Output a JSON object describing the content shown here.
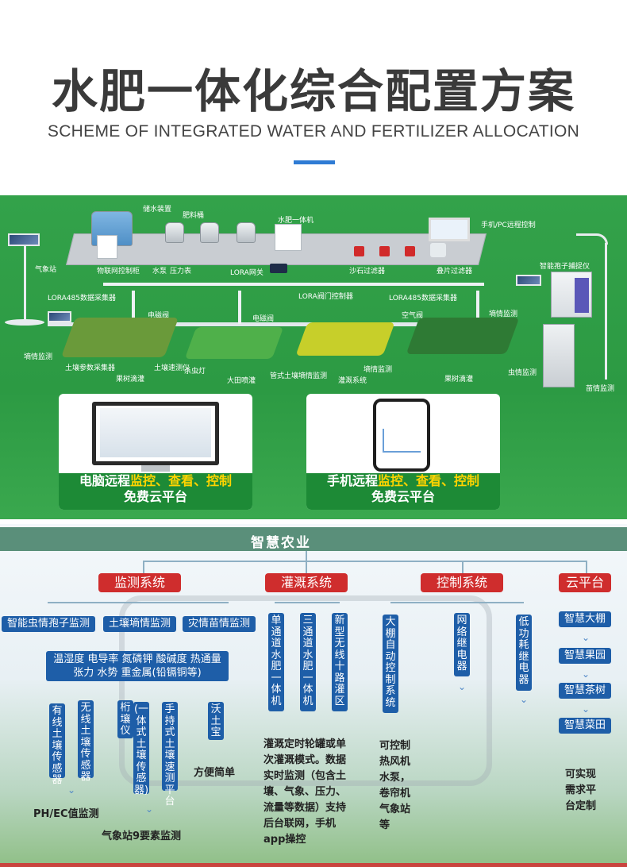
{
  "header": {
    "title": "水肥一体化综合配置方案",
    "subtitle": "SCHEME OF INTEGRATED WATER AND FERTILIZER ALLOCATION"
  },
  "schematic": {
    "labels": {
      "storage_tank": "储水装置",
      "fertilizer_bucket": "肥料桶",
      "integrated_machine": "水肥一体机",
      "remote_control": "手机/PC远程控制",
      "weather_station": "气象站",
      "iot_cabinet": "物联网控制柜",
      "pump": "水泵",
      "pressure_gauge": "压力表",
      "lora_gateway": "LORA网关",
      "sand_filter": "沙石过滤器",
      "laminated_filter": "叠片过滤器",
      "spore_trap": "智能孢子捕捉仪",
      "lora485_collector_left": "LORA485数据采集器",
      "lora_valve_controller": "LORA阀门控制器",
      "lora485_collector_right": "LORA485数据采集器",
      "solenoid_valve_left": "电磁阀",
      "solenoid_valve_mid": "电磁阀",
      "air_valve": "空气阀",
      "soil_moisture_monitor_left": "墒情监测",
      "soil_moisture_monitor_right": "墒情监测",
      "soil_param_collector": "土壤参数采集器",
      "soil_speed_meter": "土壤速测仪",
      "orchard_drip_left": "果树滴灌",
      "insect_killer": "杀虫灯",
      "field_sprinkler": "大田喷灌",
      "tube_soil_moisture": "管式土壤墒情监测",
      "irrigation_system": "灌溉系统",
      "soil_moisture_monitor_center": "墒情监测",
      "orchard_drip_right": "果树滴灌",
      "pest_monitor": "虫情监测",
      "seedling_monitor": "苗情监测"
    },
    "cards": [
      {
        "line1_prefix": "电脑远程",
        "line1_highlight": "监控、查看、控制",
        "line2": "免费云平台"
      },
      {
        "line1_prefix": "手机远程",
        "line1_highlight": "监控、查看、控制",
        "line2": "免费云平台"
      }
    ]
  },
  "hierarchy": {
    "root": "智慧农业",
    "categories": [
      "监测系统",
      "灌溉系统",
      "控制系统",
      "云平台"
    ],
    "monitoring": {
      "subs": [
        "智能虫情孢子监测",
        "土壤墒情监测",
        "灾情苗情监测"
      ],
      "params_line1": "温湿度 电导率 氮磷钾 酸碱度 热通量",
      "params_line2": "张力 水势 重金属(铅镉铜等)",
      "devices": [
        "有线土壤传感器",
        "无线土壤传感器",
        "桁壤仪",
        "(一体式土壤传感器)",
        "手持式土壤速测平台",
        "沃土宝"
      ],
      "note_convenient": "方便简单",
      "note_ph": "PH/EC值监测",
      "note_weather": "气象站9要素监测"
    },
    "irrigation": {
      "items": [
        "单通道水肥一体机",
        "三通道水肥一体机",
        "新型无线十路灌区"
      ],
      "note_lines": [
        "灌溉定时轮罐或单",
        "次灌溉模式。数据",
        "实时监测（包含土",
        "壤、气象、压力、",
        "流量等数据）支持",
        "后台联网，手机",
        "app操控"
      ]
    },
    "control": {
      "items": [
        "大棚自动控制系统",
        "网络继电器",
        "低功耗继电器"
      ],
      "note_lines": [
        "可控制",
        "热风机",
        "水泵，",
        "卷帘机",
        "气象站",
        "等"
      ]
    },
    "cloud": {
      "items": [
        "智慧大棚",
        "智慧果园",
        "智慧茶树",
        "智慧菜田"
      ],
      "note_lines": [
        "可实现",
        "需求平",
        "台定制"
      ]
    }
  },
  "colors": {
    "accent_blue": "#2f7bd4",
    "category_red": "#cf2d2d",
    "item_blue": "#1e5ea8",
    "field_green": "#2c9a43",
    "caption_green": "#1d8a36",
    "highlight_yellow": "#ffd400"
  }
}
